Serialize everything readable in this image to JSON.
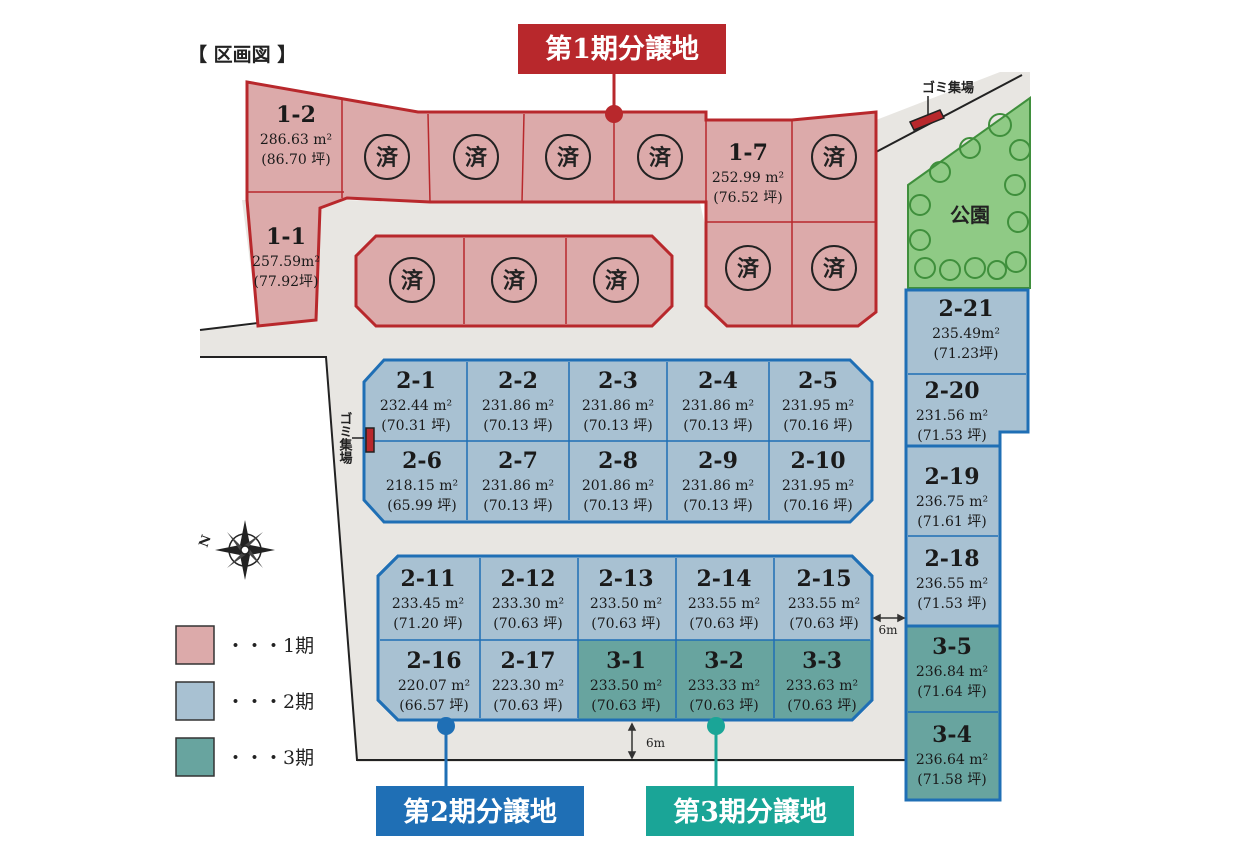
{
  "title": "【 区画図 】",
  "phase_labels": [
    {
      "label": "第1期分譲地",
      "color": "#b8282c"
    },
    {
      "label": "第2期分譲地",
      "color": "#1f6fb5"
    },
    {
      "label": "第3期分譲地",
      "color": "#1aa597"
    }
  ],
  "colors": {
    "phase1_fill": "#dcaaaa",
    "phase1_stroke": "#b8282c",
    "phase2_fill": "#a8c1d2",
    "phase2_stroke": "#1f6fb5",
    "phase3_fill": "#68a49f",
    "road": "#e8e6e2",
    "park_fill": "#8fca85",
    "park_stroke": "#3f8f3c"
  },
  "legend": [
    {
      "label": "・・・1期",
      "fill": "#dcaaaa"
    },
    {
      "label": "・・・2期",
      "fill": "#a8c1d2"
    },
    {
      "label": "・・・3期",
      "fill": "#68a49f"
    }
  ],
  "sold_mark": "済",
  "park_label": "公園",
  "garbage_label": "ゴミ集場",
  "garbage_label_vertical": "ゴミ集場",
  "compass_label": "N",
  "road_width_label": "6m",
  "lots": {
    "p1": [
      {
        "num": "1-2",
        "area": "286.63 m²",
        "tsubo": "(86.70 坪)"
      },
      {
        "num": "1-1",
        "area": "257.59m²",
        "tsubo": "(77.92坪)"
      },
      {
        "num": "1-7",
        "area": "252.99 m²",
        "tsubo": "(76.52 坪)"
      }
    ],
    "p2": [
      {
        "num": "2-1",
        "area": "232.44 m²",
        "tsubo": "(70.31 坪)"
      },
      {
        "num": "2-2",
        "area": "231.86 m²",
        "tsubo": "(70.13 坪)"
      },
      {
        "num": "2-3",
        "area": "231.86 m²",
        "tsubo": "(70.13 坪)"
      },
      {
        "num": "2-4",
        "area": "231.86 m²",
        "tsubo": "(70.13 坪)"
      },
      {
        "num": "2-5",
        "area": "231.95 m²",
        "tsubo": "(70.16 坪)"
      },
      {
        "num": "2-6",
        "area": "218.15 m²",
        "tsubo": "(65.99 坪)"
      },
      {
        "num": "2-7",
        "area": "231.86 m²",
        "tsubo": "(70.13 坪)"
      },
      {
        "num": "2-8",
        "area": "201.86 m²",
        "tsubo": "(70.13 坪)"
      },
      {
        "num": "2-9",
        "area": "231.86 m²",
        "tsubo": "(70.13 坪)"
      },
      {
        "num": "2-10",
        "area": "231.95 m²",
        "tsubo": "(70.16 坪)"
      },
      {
        "num": "2-11",
        "area": "233.45 m²",
        "tsubo": "(71.20 坪)"
      },
      {
        "num": "2-12",
        "area": "233.30 m²",
        "tsubo": "(70.63 坪)"
      },
      {
        "num": "2-13",
        "area": "233.50 m²",
        "tsubo": "(70.63 坪)"
      },
      {
        "num": "2-14",
        "area": "233.55 m²",
        "tsubo": "(70.63 坪)"
      },
      {
        "num": "2-15",
        "area": "233.55 m²",
        "tsubo": "(70.63 坪)"
      },
      {
        "num": "2-16",
        "area": "220.07 m²",
        "tsubo": "(66.57 坪)"
      },
      {
        "num": "2-17",
        "area": "223.30 m²",
        "tsubo": "(70.63 坪)"
      },
      {
        "num": "2-21",
        "area": "235.49m²",
        "tsubo": "(71.23坪)"
      },
      {
        "num": "2-20",
        "area": "231.56 m²",
        "tsubo": "(71.53 坪)"
      },
      {
        "num": "2-19",
        "area": "236.75 m²",
        "tsubo": "(71.61 坪)"
      },
      {
        "num": "2-18",
        "area": "236.55 m²",
        "tsubo": "(71.53 坪)"
      }
    ],
    "p3": [
      {
        "num": "3-1",
        "area": "233.50 m²",
        "tsubo": "(70.63 坪)"
      },
      {
        "num": "3-2",
        "area": "233.33 m²",
        "tsubo": "(70.63 坪)"
      },
      {
        "num": "3-3",
        "area": "233.63 m²",
        "tsubo": "(70.63 坪)"
      },
      {
        "num": "3-5",
        "area": "236.84 m²",
        "tsubo": "(71.64 坪)"
      },
      {
        "num": "3-4",
        "area": "236.64 m²",
        "tsubo": "(71.58 坪)"
      }
    ]
  }
}
